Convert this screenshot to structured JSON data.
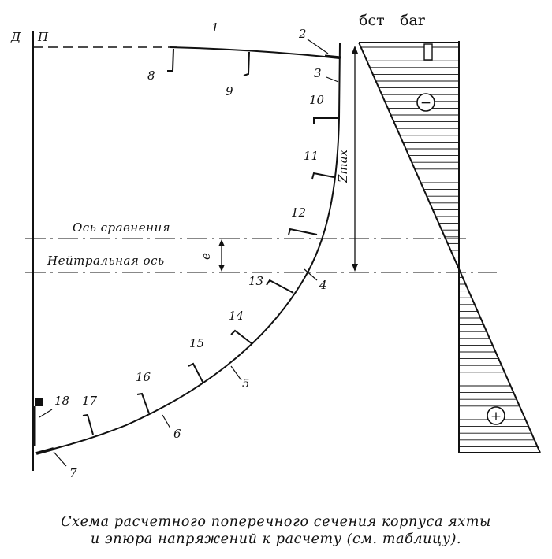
{
  "labels": {
    "top_left_d": "Д",
    "top_left_p": "П",
    "sigma_st": "бст",
    "sigma_ar": "бar",
    "z_max": "Zmax",
    "e": "e",
    "comparison_axis": "Ось сравнения",
    "neutral_axis": "Нейтральная ось",
    "minus_sign": "−",
    "plus_sign": "+"
  },
  "numbers": [
    "1",
    "2",
    "3",
    "4",
    "5",
    "6",
    "7",
    "8",
    "9",
    "10",
    "11",
    "12",
    "13",
    "14",
    "15",
    "16",
    "17",
    "18"
  ],
  "caption": {
    "line1": "Схема расчетного поперечного сечения корпуса яхты",
    "line2": "и эпюра напряжений к расчету (см. таблицу)."
  }
}
